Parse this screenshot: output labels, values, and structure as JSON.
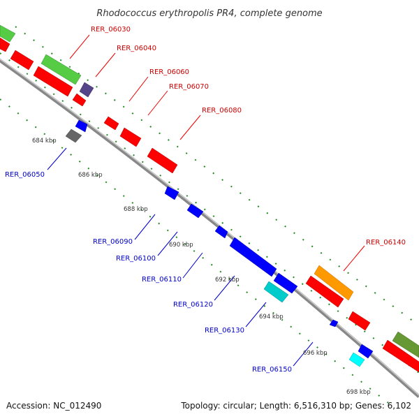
{
  "header": {
    "title": "Rhodococcus erythropolis PR4, complete genome"
  },
  "footer": {
    "accession": "Accession: NC_012490",
    "topology": "Topology: circular; Length: 6,516,310 bp; Genes: 6,102"
  },
  "ticks": [
    "684 kbp",
    "686 kbp",
    "688 kbp",
    "690 kbp",
    "692 kbp",
    "694 kbp",
    "696 kbp",
    "698 kbp"
  ],
  "labels_top": [
    "RER_06030",
    "RER_06040",
    "RER_06060",
    "RER_06070",
    "RER_06080",
    "RER_06140"
  ],
  "labels_bottom": [
    "RER_06050",
    "RER_06090",
    "RER_06100",
    "RER_06110",
    "RER_06120",
    "RER_06130",
    "RER_06150"
  ],
  "colors": {
    "forward_label": "#cc0000",
    "reverse_label": "#0000cc",
    "red_gene": "#ff0000",
    "blue_gene": "#0000ff",
    "green_gene": "#55cc44",
    "orange_gene": "#ff9900",
    "cyan_gene": "#00cccc",
    "olive_gene": "#669933",
    "slate_gene": "#554488",
    "gray_gene": "#666666",
    "track_dots": "#228822",
    "backbone": "#888888"
  }
}
